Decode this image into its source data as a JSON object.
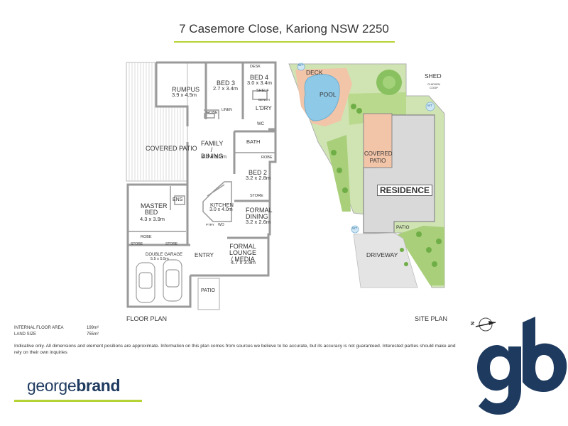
{
  "header": {
    "title": "7 Casemore Close, Kariong NSW 2250"
  },
  "floor_plan": {
    "caption": "FLOOR PLAN",
    "rooms": [
      {
        "name": "RUMPUS",
        "dims": "3.9 x 4.5m"
      },
      {
        "name": "BED 3",
        "dims": "2.7 x 3.4m"
      },
      {
        "name": "BED 4",
        "dims": "3.0 x 3.4m"
      },
      {
        "name": "COVERED PATIO"
      },
      {
        "name": "FAMILY / DINING",
        "dims": "4.0 x 5.2m"
      },
      {
        "name": "BED 2",
        "dims": "3.2 x 2.8m"
      },
      {
        "name": "MASTER BED",
        "dims": "4.3 x 3.9m"
      },
      {
        "name": "KITCHEN",
        "dims": "3.0 x 4.0m"
      },
      {
        "name": "FORMAL DINING",
        "dims": "3.2 x 2.6m"
      },
      {
        "name": "DOUBLE GARAGE",
        "dims": "5.5 x 5.5m"
      },
      {
        "name": "FORMAL LOUNGE / MEDIA",
        "dims": "4.7 x 3.9m"
      }
    ],
    "small_labels": {
      "desk": "DESK",
      "shelf": "SHELF",
      "bench": "BENCH",
      "ldry": "L'DRY",
      "robe1": "ROBE",
      "linen": "LINEN",
      "wc": "WC",
      "bath": "BATH",
      "robe2": "ROBE",
      "ens": "ENS",
      "store1": "STORE",
      "robe3": "ROBE",
      "store2": "STORE",
      "store3": "STORE",
      "ptry": "PTRY",
      "wo": "WO",
      "entry": "ENTRY",
      "patio": "PATIO"
    }
  },
  "site_plan": {
    "caption": "SITE PLAN",
    "labels": {
      "deck": "DECK",
      "pool": "POOL",
      "shed": "SHED",
      "chicken_coop": "CHICKEN COOP",
      "covered_patio": "COVERED PATIO",
      "residence": "RESIDENCE",
      "patio": "PATIO",
      "driveway": "DRIVEWAY",
      "wt1": "WT",
      "wt2": "WT",
      "wt3": "WT"
    },
    "compass": "N"
  },
  "areas": [
    {
      "label": "INTERNAL FLOOR AREA",
      "value": "199m²"
    },
    {
      "label": "LAND SIZE",
      "value": "755m²"
    }
  ],
  "disclaimer": "Indicative only. All dimensions and element positions are approximate. Information on this plan comes from sources we believe to be accurate, but its accuracy is not guaranteed. Interested parties should make and rely on their own inquiries",
  "branding": {
    "name_regular": "george",
    "name_bold": "brand",
    "monogram": "gb"
  },
  "colors": {
    "accent_green": "#b5d334",
    "brand_navy": "#1e3a5f",
    "wall": "#9a9a9a",
    "grass": "#a9cf7a",
    "pool": "#8fc9e8",
    "deck": "#f2c4a8"
  }
}
